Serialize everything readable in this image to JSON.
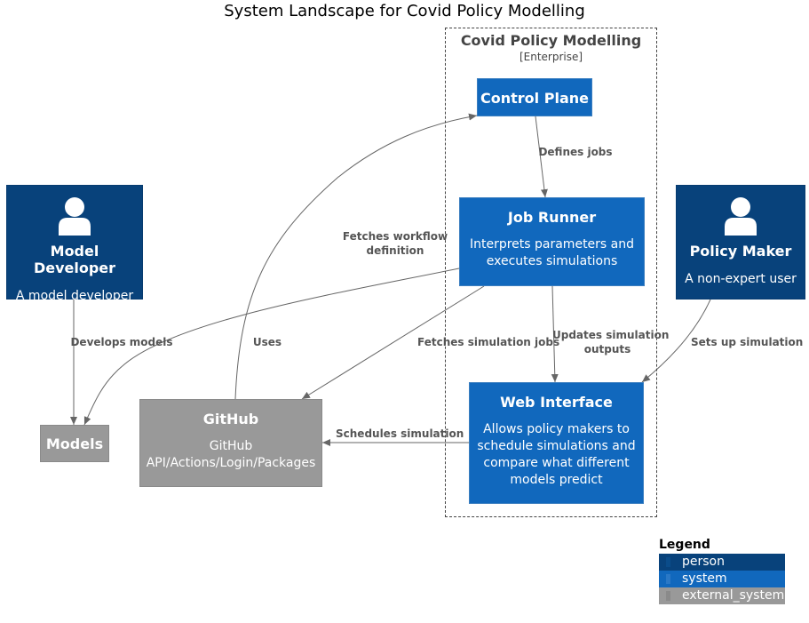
{
  "title": "System Landscape for Covid Policy Modelling",
  "boundary": {
    "name": "Covid Policy Modelling",
    "type": "[Enterprise]"
  },
  "elements": {
    "model_developer": {
      "name": "Model Developer",
      "description": "A model developer"
    },
    "policy_maker": {
      "name": "Policy Maker",
      "description": "A non-expert user"
    },
    "control_plane": {
      "name": "Control Plane"
    },
    "job_runner": {
      "name": "Job Runner",
      "description_lines": [
        "Interprets parameters and",
        "executes simulations"
      ]
    },
    "web_interface": {
      "name": "Web Interface",
      "description_lines": [
        "Allows policy makers to",
        "schedule simulations and",
        "compare what different",
        "models predict"
      ]
    },
    "github": {
      "name": "GitHub",
      "description_lines": [
        "GitHub",
        "API/Actions/Login/Packages"
      ]
    },
    "models": {
      "name": "Models"
    }
  },
  "relationships": {
    "fetches_workflow": [
      "Fetches workflow",
      "definition"
    ],
    "defines_jobs": "Defines jobs",
    "develops_models": "Develops models",
    "uses": "Uses",
    "fetches_sim_jobs": "Fetches simulation jobs",
    "updates_outputs": [
      "Updates simulation",
      "outputs"
    ],
    "sets_up_simulation": "Sets up simulation",
    "schedules_simulation": "Schedules simulation"
  },
  "legend": {
    "title": "Legend",
    "items": [
      {
        "label": "person",
        "color": "#08427b",
        "swatch": "#0a4c8a"
      },
      {
        "label": "system",
        "color": "#1168bd",
        "swatch": "#2a78c6"
      },
      {
        "label": "external_system",
        "color": "#999999",
        "swatch": "#8a8a8a"
      }
    ]
  },
  "colors": {
    "person": "#08427b",
    "system": "#1168bd",
    "external_system": "#999999",
    "edge": "#666666"
  }
}
